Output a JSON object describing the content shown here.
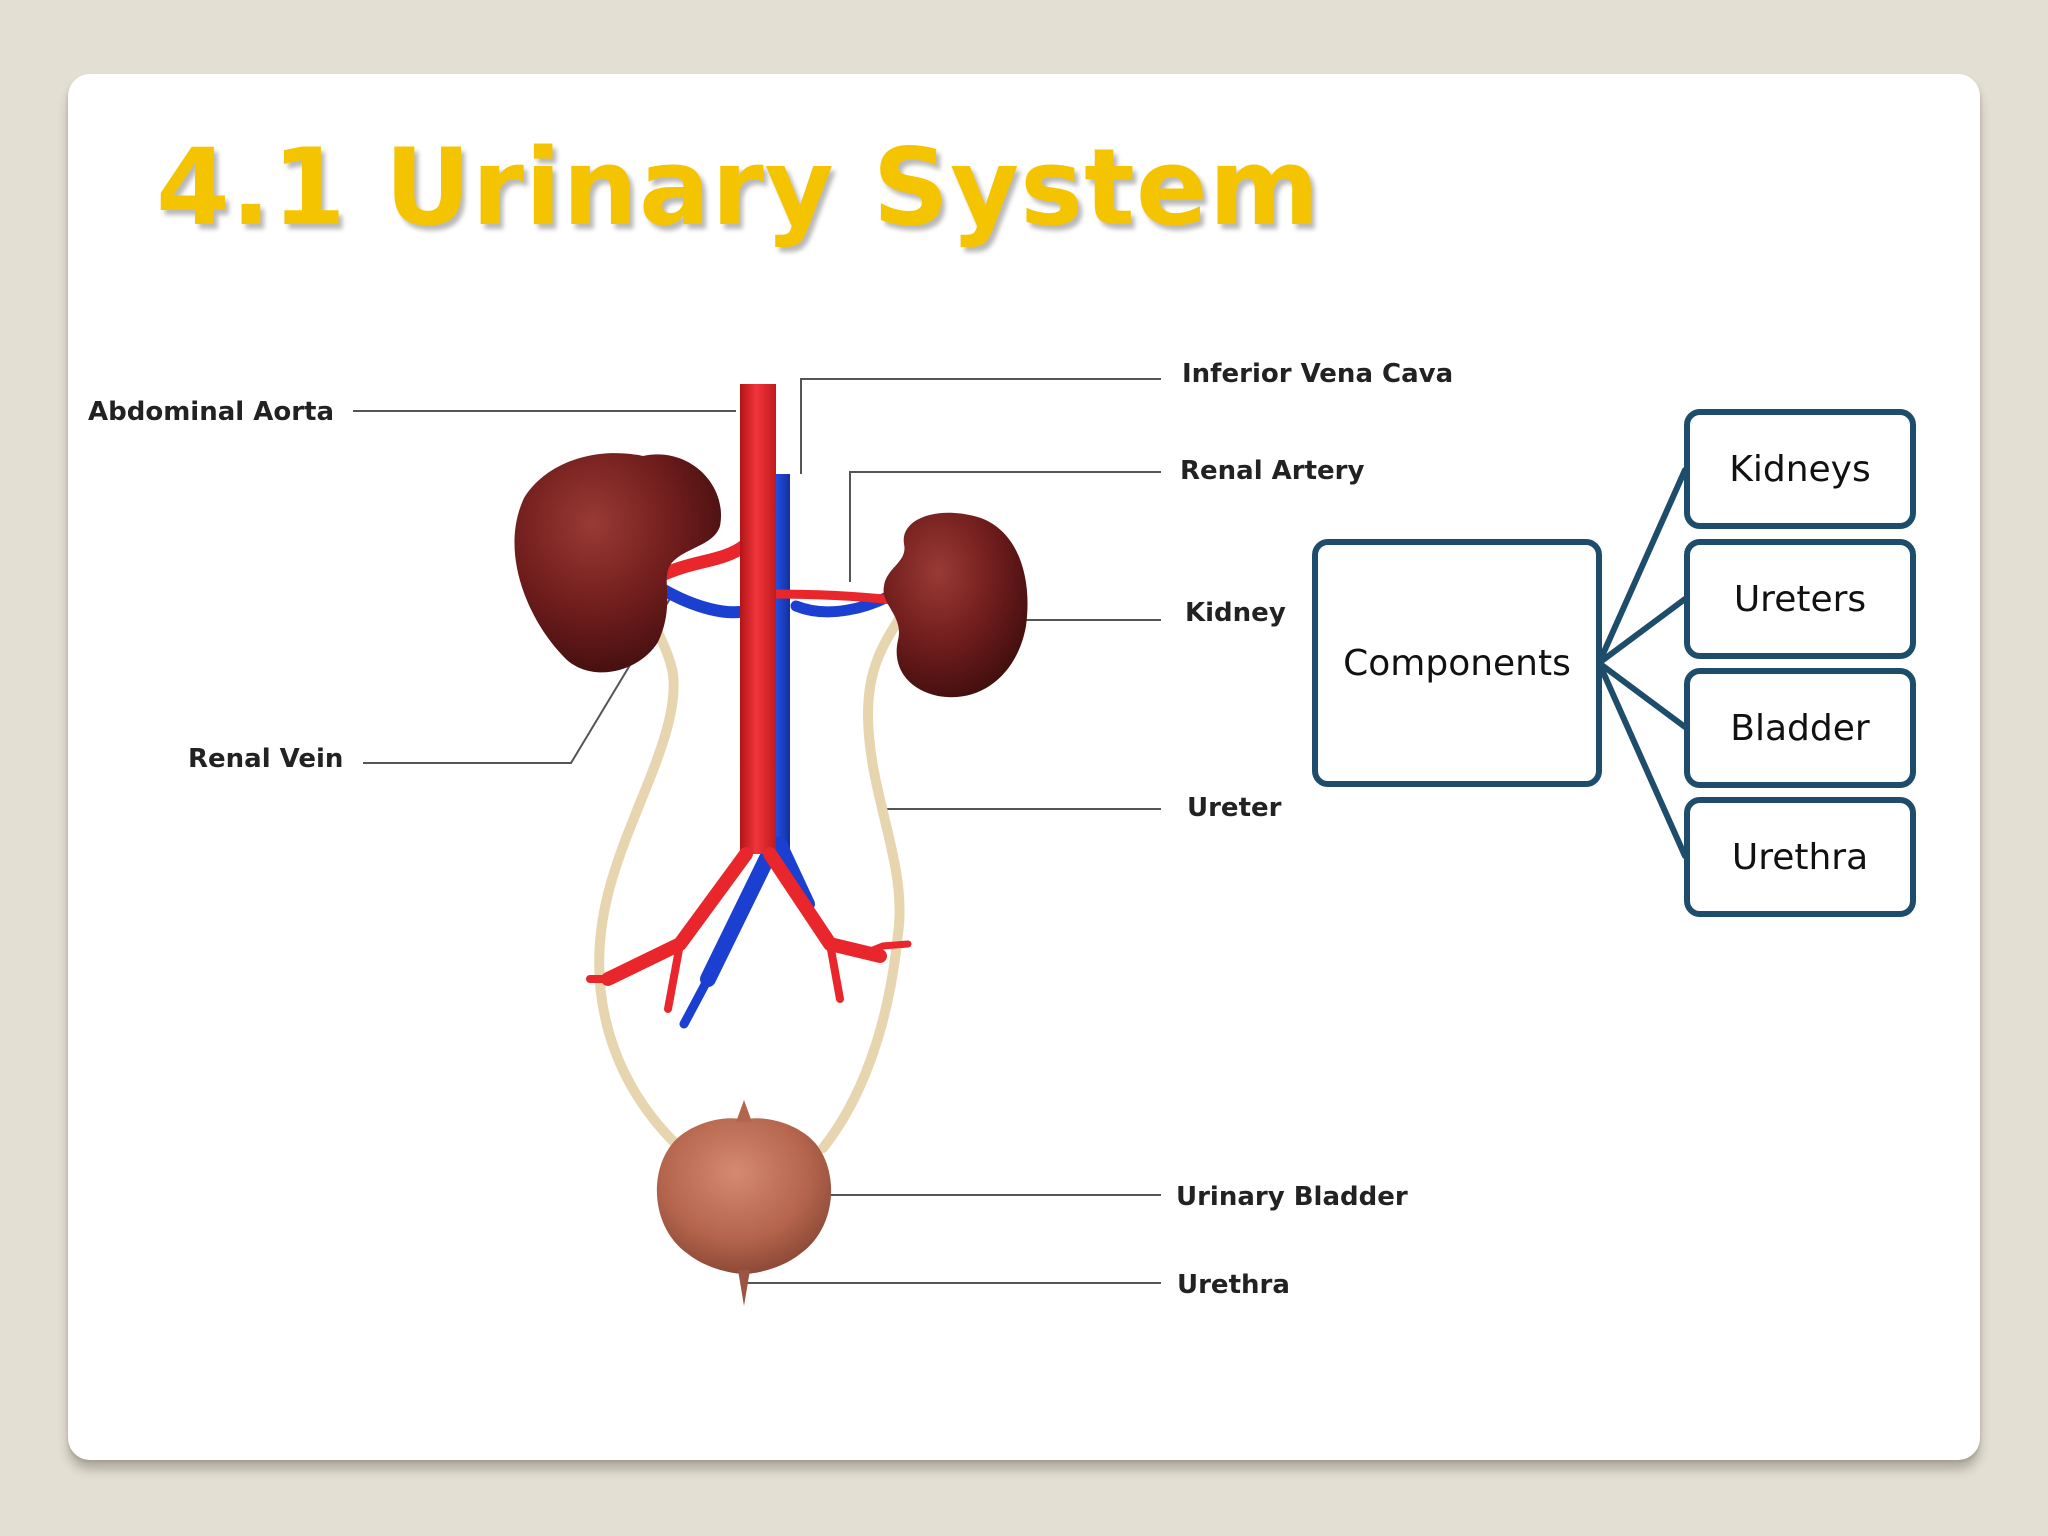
{
  "title": "4.1 Urinary System",
  "colors": {
    "title": "#f5c400",
    "box_border": "#1e4d6b",
    "artery": "#e8262b",
    "vein": "#1b3fd1",
    "kidney": "#6e1c1c",
    "ureter": "#e7d5b0",
    "bladder": "#b5654d"
  },
  "anatomy_labels": {
    "abdominal_aorta": "Abdominal Aorta",
    "inferior_vena_cava": "Inferior Vena Cava",
    "renal_artery": "Renal Artery",
    "kidney": "Kidney",
    "renal_vein": "Renal Vein",
    "ureter": "Ureter",
    "urinary_bladder": "Urinary Bladder",
    "urethra": "Urethra"
  },
  "components": {
    "root": "Components",
    "items": [
      "Kidneys",
      "Ureters",
      "Bladder",
      "Urethra"
    ]
  }
}
